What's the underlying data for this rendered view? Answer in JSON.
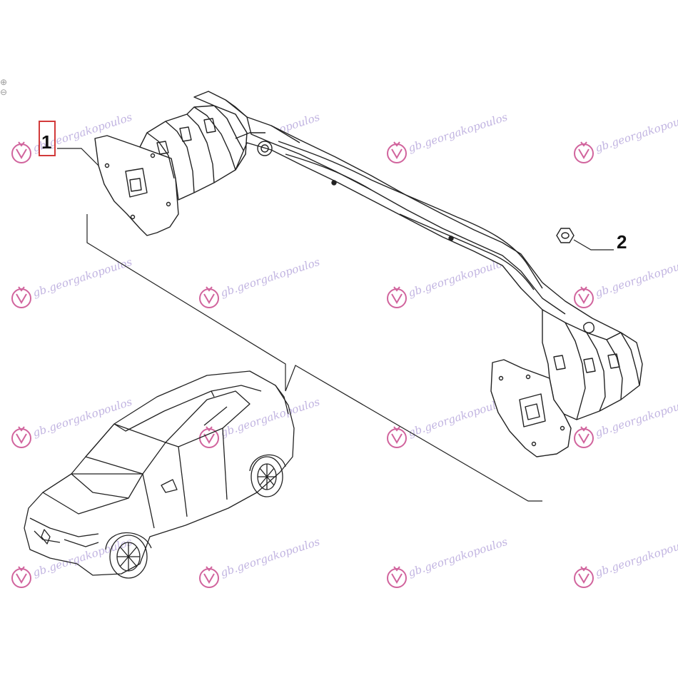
{
  "callouts": [
    {
      "number": "1",
      "highlighted": true
    },
    {
      "number": "2",
      "highlighted": false
    }
  ],
  "watermark": {
    "text": "gb.georgakopoulos",
    "text_color": "#b7a7dc",
    "logo_color": "#c94a8d",
    "count": 16
  },
  "colors": {
    "line": "#222222",
    "callout_box": "#d23a3a"
  },
  "icons": {
    "zoom_in": "zoom-in-icon",
    "zoom_out": "zoom-out-icon"
  }
}
